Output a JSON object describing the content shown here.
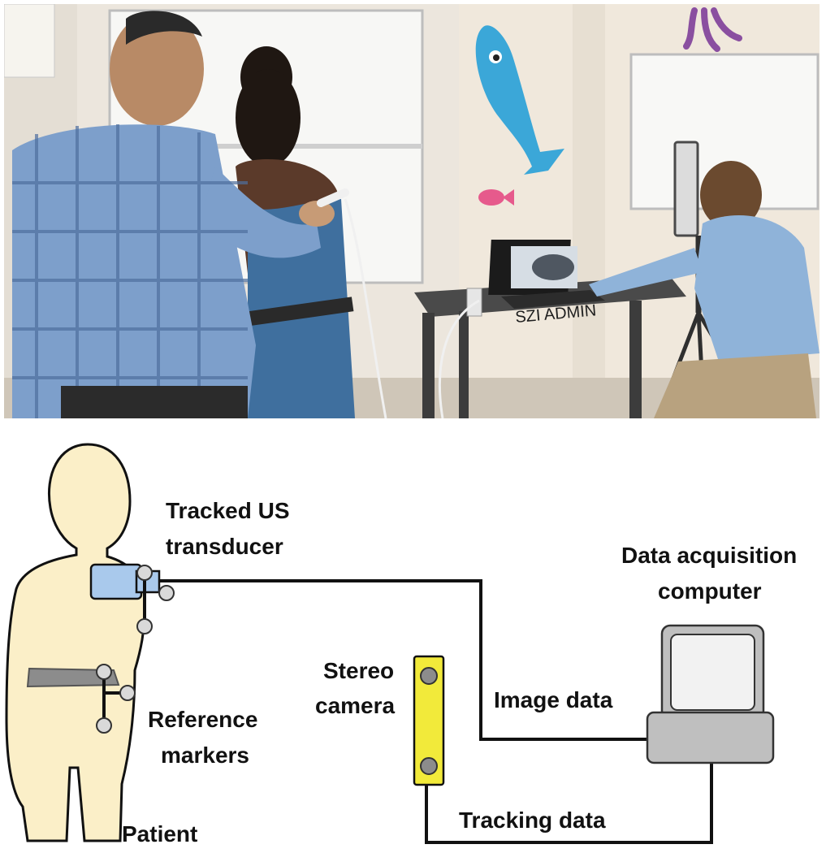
{
  "photo": {
    "cart_text": "SZI ADMIN"
  },
  "diagram": {
    "transducer_label": [
      "Tracked US",
      "transducer"
    ],
    "reference_label": [
      "Reference",
      "markers"
    ],
    "patient_label": "Patient",
    "camera_label": [
      "Stereo",
      "camera"
    ],
    "computer_label": [
      "Data acquisition",
      "computer"
    ],
    "image_data_label": "Image data",
    "tracking_data_label": "Tracking data"
  },
  "colors": {
    "skin": "#fbefc8",
    "transducer": "#a9c9ec",
    "belt": "#8c8c8c",
    "marker": "#d9d9d9",
    "camera": "#f2ea3a",
    "computer": "#bfbfbf",
    "shirt_plaid": "#7d9fcb",
    "gown": "#3f6f9e",
    "wall": "#ebe5dc"
  },
  "icons": [
    "whale-sticker",
    "fish-sticker",
    "octopus-sticker",
    "laptop",
    "tripod-camera"
  ]
}
